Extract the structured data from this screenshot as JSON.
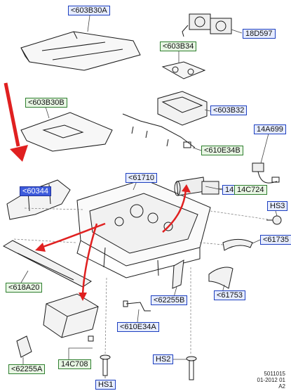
{
  "labels": {
    "l603B30A": "<603B30A",
    "l18D597": "18D597",
    "l603B34": "<603B34",
    "l603B30B": "<603B30B",
    "l603B32": "<603B32",
    "l14A699": "14A699",
    "l610E34B": "<610E34B",
    "l61710": "<61710",
    "l60344": "<60344",
    "l14547": "14547",
    "l14C724": "14C724",
    "lHS3": "HS3",
    "l61735": "<61735",
    "l618A20": "<618A20",
    "l62255B": "<62255B",
    "l61753": "<61753",
    "l610E34A": "<610E34A",
    "l62255A": "<62255A",
    "l14C708": "14C708",
    "lHS2": "HS2",
    "lHS1": "HS1"
  },
  "drawing_code": {
    "line1": "5011015",
    "line2": "01-2012 01",
    "line3": "A2"
  },
  "colors": {
    "arrow": "#e02020",
    "selected_label": "#3d5bdc",
    "blue_border": "#1d3fbf",
    "green_border": "#2f7f2f"
  }
}
